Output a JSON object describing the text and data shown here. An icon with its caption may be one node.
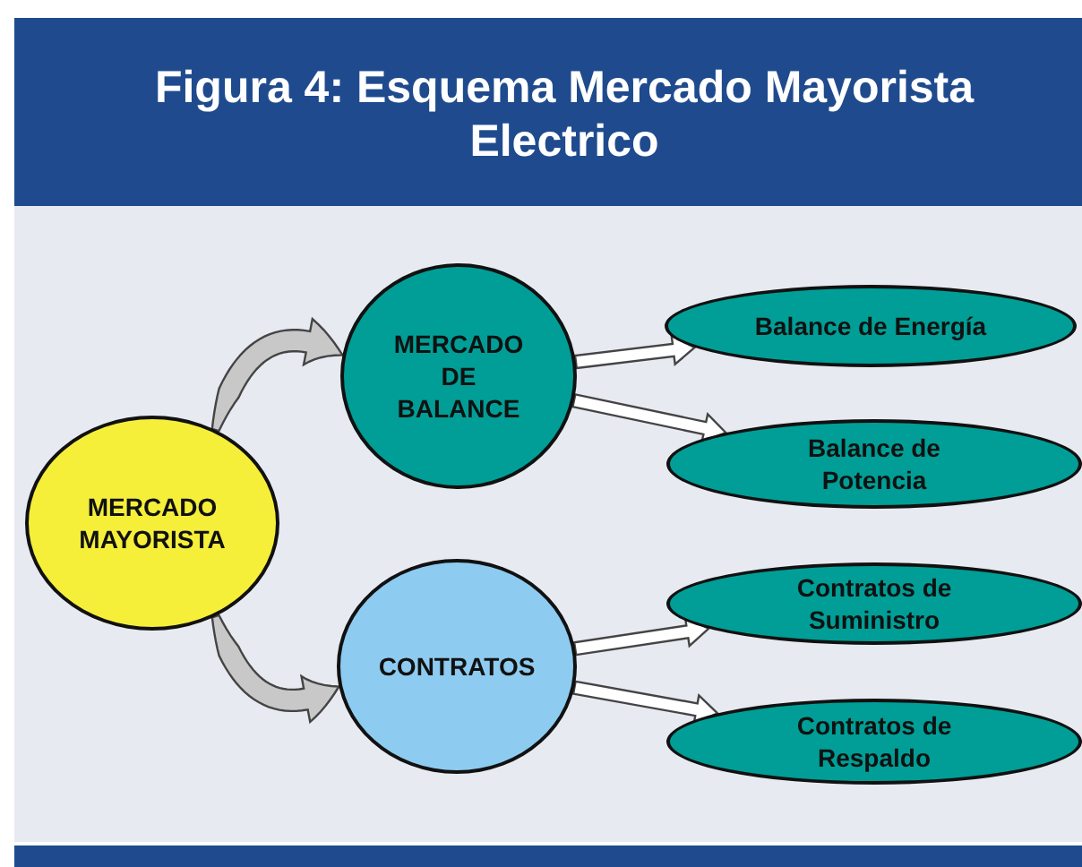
{
  "diagram": {
    "title": "Figura 4: Esquema Mercado Mayorista Electrico",
    "nodes": [
      {
        "text": [
          "MERCADO MAYORISTA"
        ]
      },
      {
        "text": [
          "MERCADO DE BALANCE"
        ]
      },
      {
        "text": [
          "CONTRATOS"
        ]
      },
      {
        "text": [
          "Balance de Energía"
        ]
      },
      {
        "text": [
          "Balance de Potencia"
        ]
      },
      {
        "text": [
          "Contratos de Suministro"
        ]
      },
      {
        "text": [
          "Contratos de Respaldo"
        ]
      }
    ],
    "edges": [
      {
        "from": 0,
        "to": 1,
        "arrow": "to"
      },
      {
        "from": 0,
        "to": 2,
        "arrow": "to"
      },
      {
        "from": 1,
        "to": 3,
        "arrow": "to"
      },
      {
        "from": 1,
        "to": 4,
        "arrow": "to"
      },
      {
        "from": 2,
        "to": 5,
        "arrow": "to"
      },
      {
        "from": 2,
        "to": 6,
        "arrow": "to"
      }
    ]
  }
}
